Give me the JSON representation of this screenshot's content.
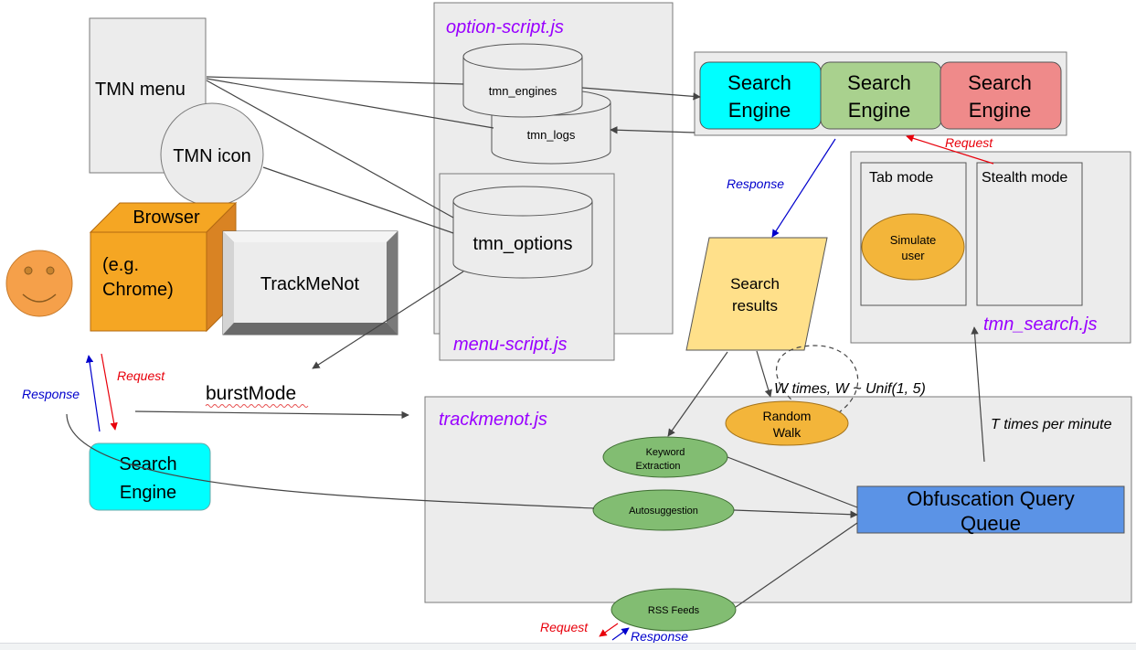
{
  "colors": {
    "panel": "#ececec",
    "panel_border": "#7a7a7a",
    "purple_label": "#9900ff",
    "cyan": "#00ffff",
    "green_engine": "#a9d18e",
    "red_engine": "#ef8a8a",
    "orange": "#f5a623",
    "orange_dark": "#d98323",
    "yellow_ellipse": "#f3b53a",
    "result_yellow": "#ffe08a",
    "green_ellipse": "#82bd72",
    "queue_blue": "#5b93e6",
    "request_red": "#e8000b",
    "response_blue": "#0000cc"
  },
  "labels": {
    "option_script": "option-script.js",
    "menu_script": "menu-script.js",
    "trackmenot_js": "trackmenot.js",
    "tmn_search_js": "tmn_search.js",
    "tmn_menu": "TMN menu",
    "tmn_icon": "TMN icon",
    "browser": "Browser",
    "browser_eg_line1": "(e.g.",
    "browser_eg_line2": "Chrome)",
    "trackmenot": "TrackMeNot",
    "tmn_engines": "tmn_engines",
    "tmn_logs": "tmn_logs",
    "tmn_options": "tmn_options",
    "search_engine_line1": "Search",
    "search_engine_line2": "Engine",
    "tab_mode": "Tab mode",
    "stealth_mode": "Stealth mode",
    "simulate_line1": "Simulate",
    "simulate_line2": "user",
    "search_results_line1": "Search",
    "search_results_line2": "results",
    "random_walk_line1": "Random",
    "random_walk_line2": "Walk",
    "w_times": "W times, W ~ Unif(1, 5)",
    "t_times": "T times per minute",
    "keyword_line1": "Keyword",
    "keyword_line2": "Extraction",
    "autosuggestion": "Autosuggestion",
    "rss_feeds": "RSS Feeds",
    "obfuscation_line1": "Obfuscation Query",
    "obfuscation_line2": "Queue",
    "burst_mode": "burstMode",
    "request": "Request",
    "response": "Response"
  }
}
